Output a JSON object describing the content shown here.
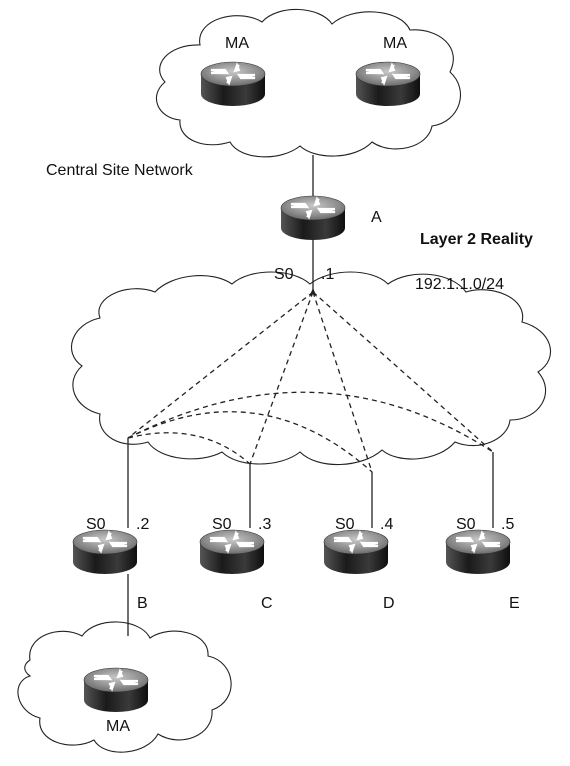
{
  "labels": {
    "central_site": "Central Site Network",
    "layer2": "Layer 2 Reality",
    "subnet": "192.1.1.0/24"
  },
  "routers": {
    "ma_top_left": {
      "name": "MA"
    },
    "ma_top_right": {
      "name": "MA"
    },
    "a": {
      "name": "A",
      "iface": "S0",
      "addr": ".1"
    },
    "b": {
      "name": "B",
      "iface": "S0",
      "addr": ".2"
    },
    "c": {
      "name": "C",
      "iface": "S0",
      "addr": ".3"
    },
    "d": {
      "name": "D",
      "iface": "S0",
      "addr": ".4"
    },
    "e": {
      "name": "E",
      "iface": "S0",
      "addr": ".5"
    },
    "ma_bottom": {
      "name": "MA"
    }
  },
  "colors": {
    "router_body": "#2a2a2a",
    "router_top": "#9a9a9a",
    "arrow": "#ffffff"
  }
}
